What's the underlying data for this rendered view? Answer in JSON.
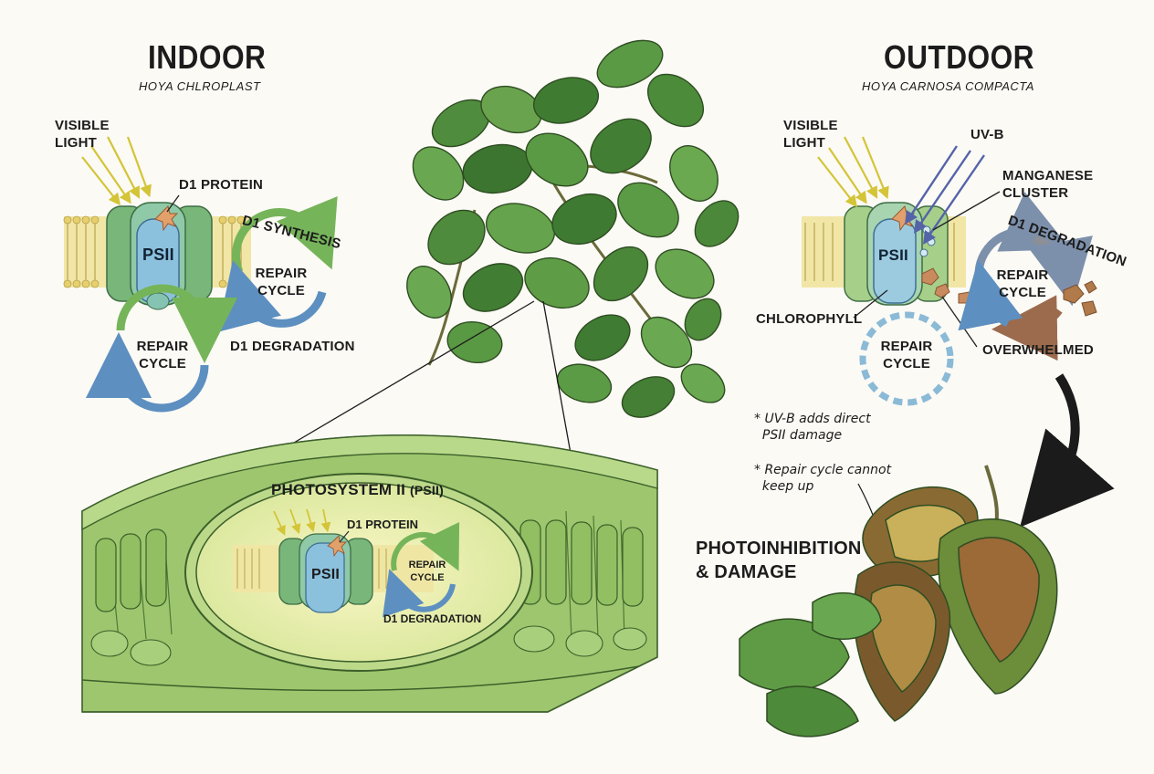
{
  "indoor": {
    "title": "INDOOR",
    "subtitle": "HOYA CHLROPLAST",
    "visible_light": "VISIBLE\nLIGHT",
    "d1_protein": "D1 PROTEIN",
    "psii": "PSII",
    "d1_synthesis": "D1 SYNTHESIS",
    "repair_cycle_1": "REPAIR\nCYCLE",
    "d1_degradation": "D1 DEGRADATION",
    "repair_cycle_2": "REPAIR\nCYCLE"
  },
  "outdoor": {
    "title": "OUTDOOR",
    "subtitle": "HOYA CARNOSA COMPACTA",
    "visible_light": "VISIBLE\nLIGHT",
    "uvb": "UV-B",
    "manganese_cluster": "MANGANESE\nCLUSTER",
    "d1_degradation": "D1 DEGRADATION",
    "psii": "PSII",
    "repair_cycle_1": "REPAIR\nCYCLE",
    "chlorophyll": "CHLOROPHYLL",
    "repair_cycle_2": "REPAIR\nCYCLE",
    "overwhelmed": "OVERWHELMED",
    "note_1": "* UV-B adds direct\n  PSII damage",
    "note_2": "* Repair cycle cannot\n  keep up",
    "photoinhibition": "PHOTOINHIBITION\n& DAMAGE"
  },
  "cross_section": {
    "title": "PHOTOSYSTEM II",
    "title_suffix": "(PSII)",
    "d1_protein": "D1 PROTEIN",
    "psii": "PSII",
    "repair_cycle": "REPAIR\nCYCLE",
    "d1_degradation": "D1 DEGRADATION"
  },
  "colors": {
    "leaf_green": "#5f9b45",
    "psii_blue": "#8bbfd6",
    "arrow_blue": "#5d8fc0",
    "arrow_green": "#76b45a",
    "damage_brown": "#b07a4a",
    "light_yellow": "#e6e06a",
    "uv_purple": "#6c79b8"
  }
}
